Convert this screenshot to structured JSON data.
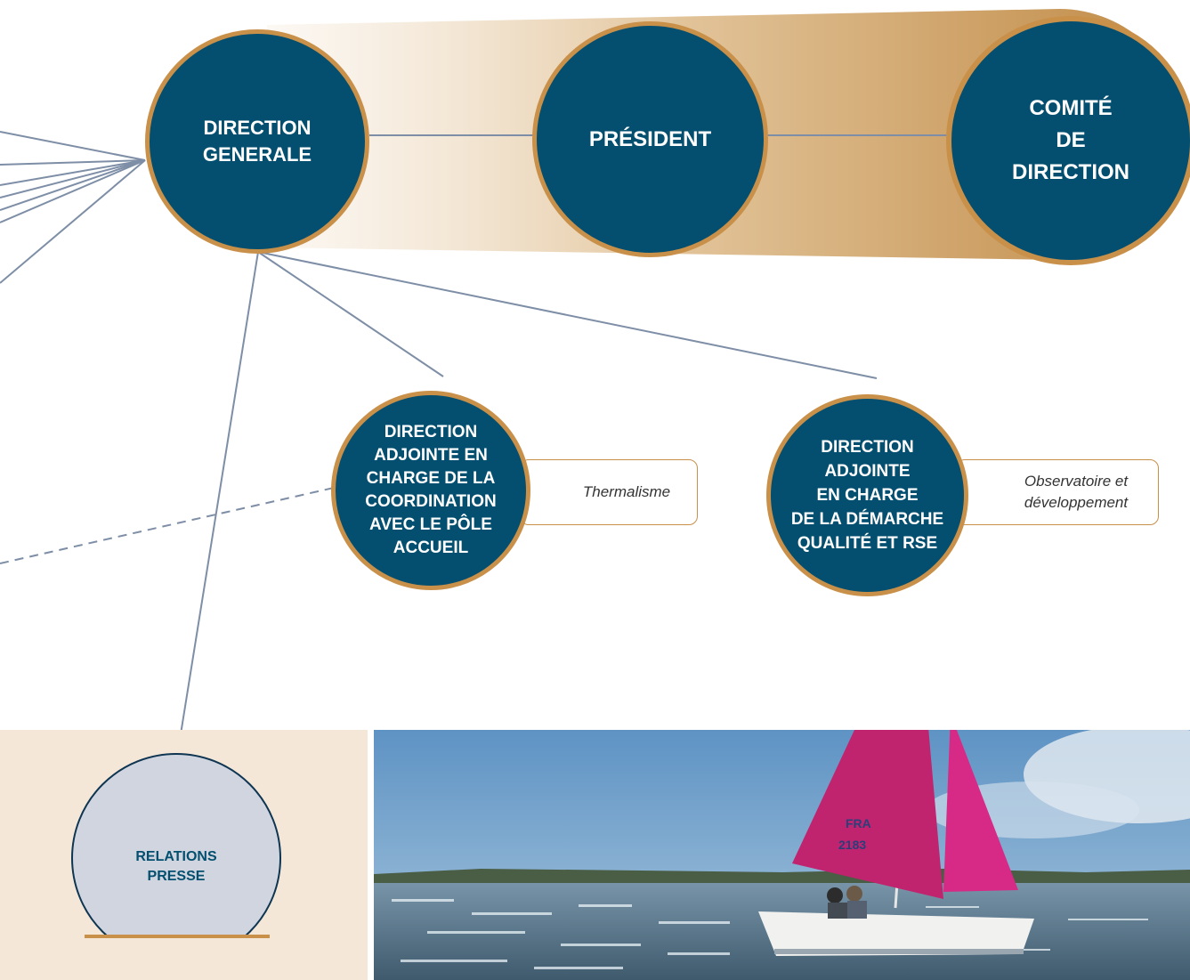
{
  "nodes": {
    "direction_generale": [
      "DIRECTION",
      "GENERALE"
    ],
    "president": [
      "PRÉSIDENT"
    ],
    "comite_direction": [
      "COMITÉ",
      "DE",
      "DIRECTION"
    ],
    "direction_adjointe_coordination": [
      "DIRECTION",
      "ADJOINTE EN",
      "CHARGE DE LA",
      "COORDINATION",
      "AVEC LE PÔLE",
      "ACCUEIL"
    ],
    "direction_adjointe_qualite": [
      "DIRECTION",
      "ADJOINTE",
      "EN CHARGE",
      "DE LA DÉMARCHE",
      "QUALITÉ ET RSE"
    ],
    "relations_presse": [
      "RELATIONS",
      "PRESSE"
    ]
  },
  "tags": {
    "thermalisme": [
      "Thermalisme"
    ],
    "observatoire": [
      "Observatoire et",
      "développement"
    ]
  },
  "photo": {
    "sail_number": [
      "FRA",
      "2183"
    ]
  },
  "colors": {
    "node_fill": "#044f6f",
    "node_border": "#c9904a",
    "connector": "#7d8ea6",
    "beige_panel": "#f5e7d8",
    "relations_fill": "#d0d5df",
    "sail": "#c0246f"
  }
}
